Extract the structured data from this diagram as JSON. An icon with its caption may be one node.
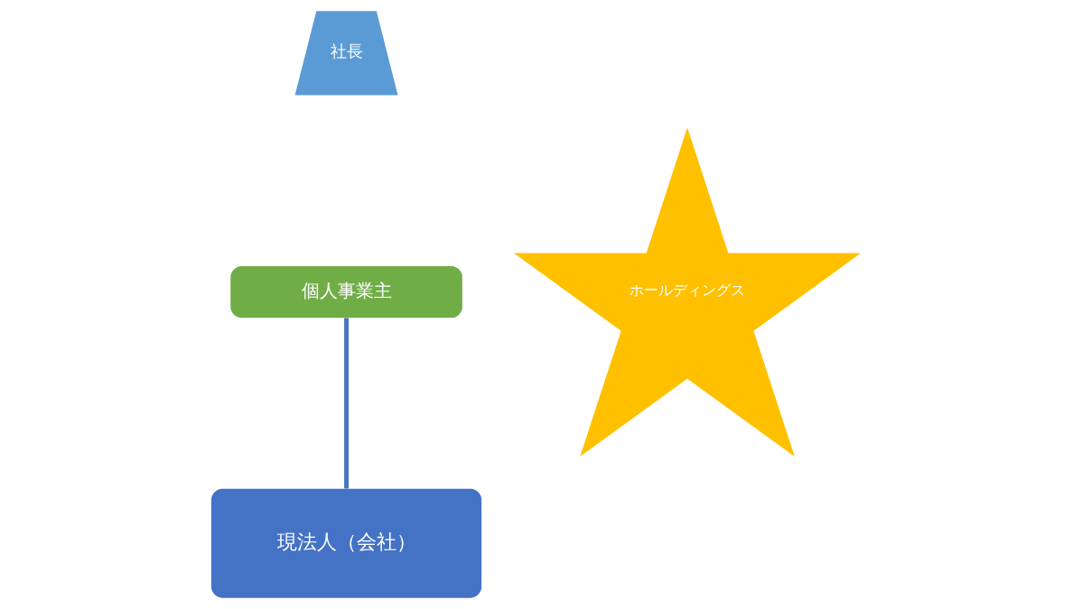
{
  "diagram": {
    "nodes": [
      {
        "text": [
          "社長"
        ]
      },
      {
        "text": [
          "個人事業主"
        ]
      },
      {
        "text": [
          "現法人（会社）"
        ]
      },
      {
        "text": [
          "ホールディングス"
        ]
      }
    ],
    "edges": [
      {
        "from": 1,
        "to": 2,
        "arrow": "none"
      }
    ]
  }
}
